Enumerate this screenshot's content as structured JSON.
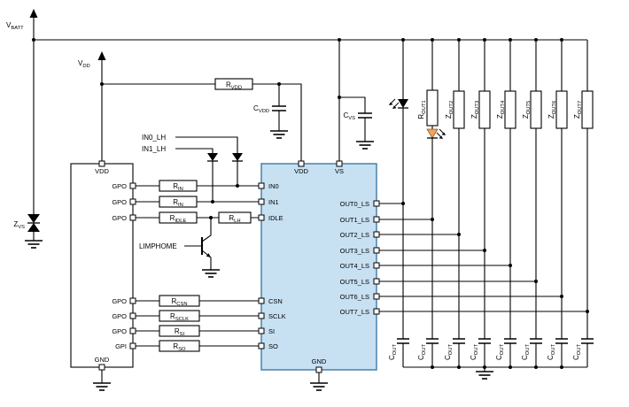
{
  "diagram": {
    "supplies": {
      "vbatt": {
        "main": "V",
        "sub": "BATT"
      },
      "vdd": {
        "main": "V",
        "sub": "DD"
      }
    },
    "passives": {
      "r_vdd": {
        "main": "R",
        "sub": "VDD"
      },
      "c_vdd": {
        "main": "C",
        "sub": "VDD"
      },
      "c_vs": {
        "main": "C",
        "sub": "VS"
      },
      "z_vs": {
        "main": "Z",
        "sub": "VS"
      },
      "r_in0": {
        "main": "R",
        "sub": "IN"
      },
      "r_in1": {
        "main": "R",
        "sub": "IN"
      },
      "r_idle": {
        "main": "R",
        "sub": "IDLE"
      },
      "r_lh": {
        "main": "R",
        "sub": "LH"
      },
      "r_csn": {
        "main": "R",
        "sub": "CSN"
      },
      "r_sclk": {
        "main": "R",
        "sub": "SCLK"
      },
      "r_si": {
        "main": "R",
        "sub": "SI"
      },
      "r_so": {
        "main": "R",
        "sub": "SO"
      },
      "r_out1": {
        "main": "R",
        "sub": "OUT1"
      },
      "c_out": {
        "main": "C",
        "sub": "OUT"
      }
    },
    "loads": [
      {
        "main": "Z",
        "sub": "OUT2"
      },
      {
        "main": "Z",
        "sub": "OUT3"
      },
      {
        "main": "Z",
        "sub": "OUT4"
      },
      {
        "main": "Z",
        "sub": "OUT5"
      },
      {
        "main": "Z",
        "sub": "OUT6"
      },
      {
        "main": "Z",
        "sub": "OUT7"
      }
    ],
    "signals": {
      "in0_lh": "IN0_LH",
      "in1_lh": "IN1_LH",
      "limphome": "LIMPHOME"
    },
    "mcu": {
      "vdd": "VDD",
      "gnd": "GND",
      "right_pins": [
        "GPO",
        "GPO",
        "GPO",
        "GPO",
        "GPO",
        "GPO",
        "GPI"
      ]
    },
    "ic": {
      "top_pins": [
        "VDD",
        "VS"
      ],
      "gnd": "GND",
      "left_pins": [
        "IN0",
        "IN1",
        "IDLE",
        "CSN",
        "SCLK",
        "SI",
        "SO"
      ],
      "right_pins": [
        "OUT0_LS",
        "OUT1_LS",
        "OUT2_LS",
        "OUT3_LS",
        "OUT4_LS",
        "OUT5_LS",
        "OUT6_LS",
        "OUT7_LS"
      ]
    },
    "colors": {
      "ic_fill": "#c7e0f2",
      "ic_stroke": "#3d7aa6",
      "led_fill": "#f2a45c",
      "wire": "#000000"
    }
  }
}
